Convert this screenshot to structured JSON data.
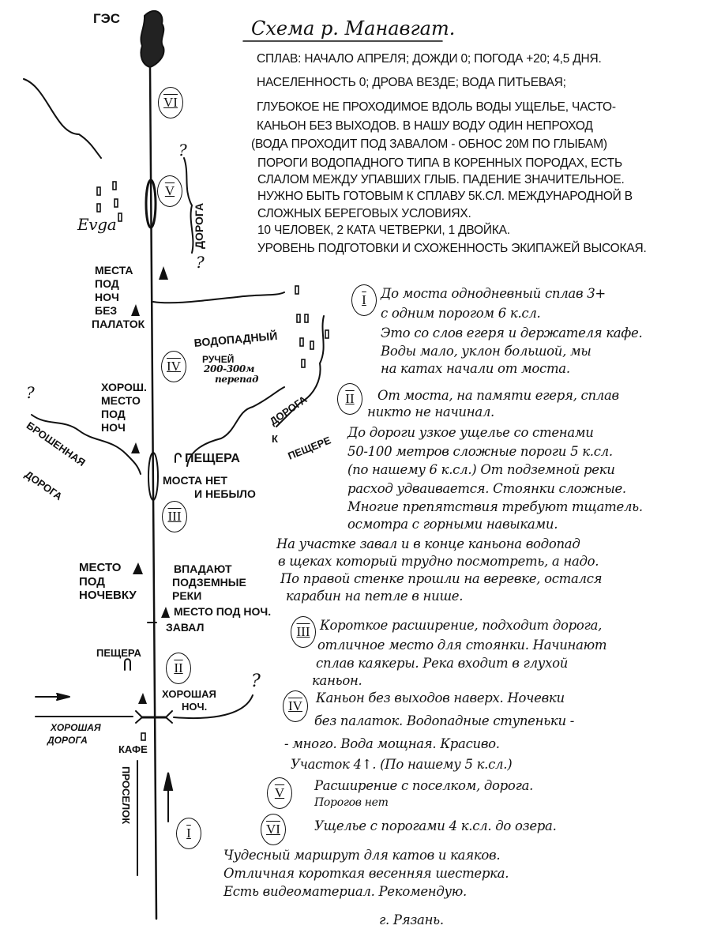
{
  "title": "Схема р. Манавгат.",
  "header_notes": [
    "Сплав: начало апреля; дожди 0; погода +20; 4,5 дня.",
    "Населенность 0; дрова везде; вода питьевая;",
    "Глубокое не проходимое вдоль воды ущелье, часто-",
    "каньон без выходов. В нашу воду один непроход",
    "(вода проходит под завалом - обнос 20м по глыбам)",
    "Пороги водопадного типа в коренных породах, есть",
    "слалом между упавших глыб. Падение значительное.",
    "Нужно быть готовым к сплаву 5к.сл. международной в",
    "сложных береговых условиях.",
    "10 человек, 2 ката четверки, 1 двойка.",
    "Уровень подготовки и схоженность экипажей высокая."
  ],
  "sections": [
    {
      "num": "I",
      "lines": [
        "До моста однодневный сплав 3+",
        "с одним порогом 6 к.сл.",
        "Это со слов егеря и держателя кафе.",
        "Воды мало, уклон большой, мы",
        "на катах начали от моста."
      ]
    },
    {
      "num": "II",
      "lines": [
        "От моста, на памяти егеря, сплав",
        "никто не начинал.",
        "До дороги узкое ущелье со стенами",
        "50-100 метров сложные пороги 5 к.сл.",
        "(по нашему 6 к.сл.) От подземной реки",
        "расход удваивается. Стоянки сложные.",
        "Многие препятствия требуют тщатель.",
        "осмотра с горными навыками.",
        "На участке завал и в конце каньона водопад",
        "в щеках который трудно посмотреть, а надо.",
        "По правой стенке прошли на веревке, остался",
        "карабин на петле в нише."
      ]
    },
    {
      "num": "III",
      "lines": [
        "Короткое расширение, подходит дорога,",
        "отличное место для стоянки. Начинают",
        "сплав каякеры. Река входит в глухой",
        "каньон."
      ]
    },
    {
      "num": "IV",
      "lines": [
        "Каньон без выходов наверх. Ночевки",
        "без палаток. Водопадные ступеньки -",
        "- много. Вода мощная. Красиво.",
        "Участок 4↑. (По нашему 5 к.сл.)"
      ]
    },
    {
      "num": "V",
      "lines": [
        "Расширение с поселком, дорога.",
        "Порогов нет"
      ]
    },
    {
      "num": "VI",
      "lines": [
        "Ущелье с порогами 4 к.сл. до озера."
      ]
    }
  ],
  "closing": [
    "Чудесный маршрут для катов и каяков.",
    "Отличная короткая весенняя шестерка.",
    "Есть видеоматериал. Рекомендую."
  ],
  "signature": "г. Рязань.",
  "map": {
    "ges": "ГЭС",
    "evga": "Evga",
    "road_v": "ДОРОГА",
    "q": "?",
    "camp_no_tents": [
      "МЕСТА",
      "ПОД",
      "НОЧ",
      "БЕЗ",
      "ПАЛАТОК"
    ],
    "waterfall_stream": "ВОДОПАДНЫЙ",
    "stream": "РУЧЕЙ",
    "drop": "200-300м",
    "drop2": "перепад",
    "good_camp": [
      "ХОРОШ.",
      "МЕСТО",
      "ПОД",
      "НОЧ"
    ],
    "abandoned_road": [
      "БРОШЕННАЯ",
      "ДОРОГА"
    ],
    "road_to_cave": [
      "ДОРОГА",
      "К",
      "ПЕЩЕРЕ"
    ],
    "cave": "ПЕЩЕРА",
    "no_bridge": [
      "МОСТА НЕТ",
      "И НЕБЫЛО"
    ],
    "camp_place": [
      "МЕСТО",
      "ПОД",
      "НОЧЕВКУ"
    ],
    "underground": [
      "ВПАДАЮТ",
      "ПОДЗЕМНЫЕ",
      "РЕКИ"
    ],
    "camp_short": "МЕСТО ПОД НОЧ.",
    "blockage": "ЗАВАЛ",
    "cave2": "ПЕЩЕРА",
    "good_night": [
      "ХОРОШАЯ",
      "НОЧ."
    ],
    "good_road": [
      "ХОРОШАЯ",
      "ДОРОГА"
    ],
    "cafe": "КАФЕ",
    "country_road": "ПРОСЕЛОК",
    "markers": [
      "VI",
      "V",
      "IV",
      "III",
      "II",
      "I"
    ]
  }
}
